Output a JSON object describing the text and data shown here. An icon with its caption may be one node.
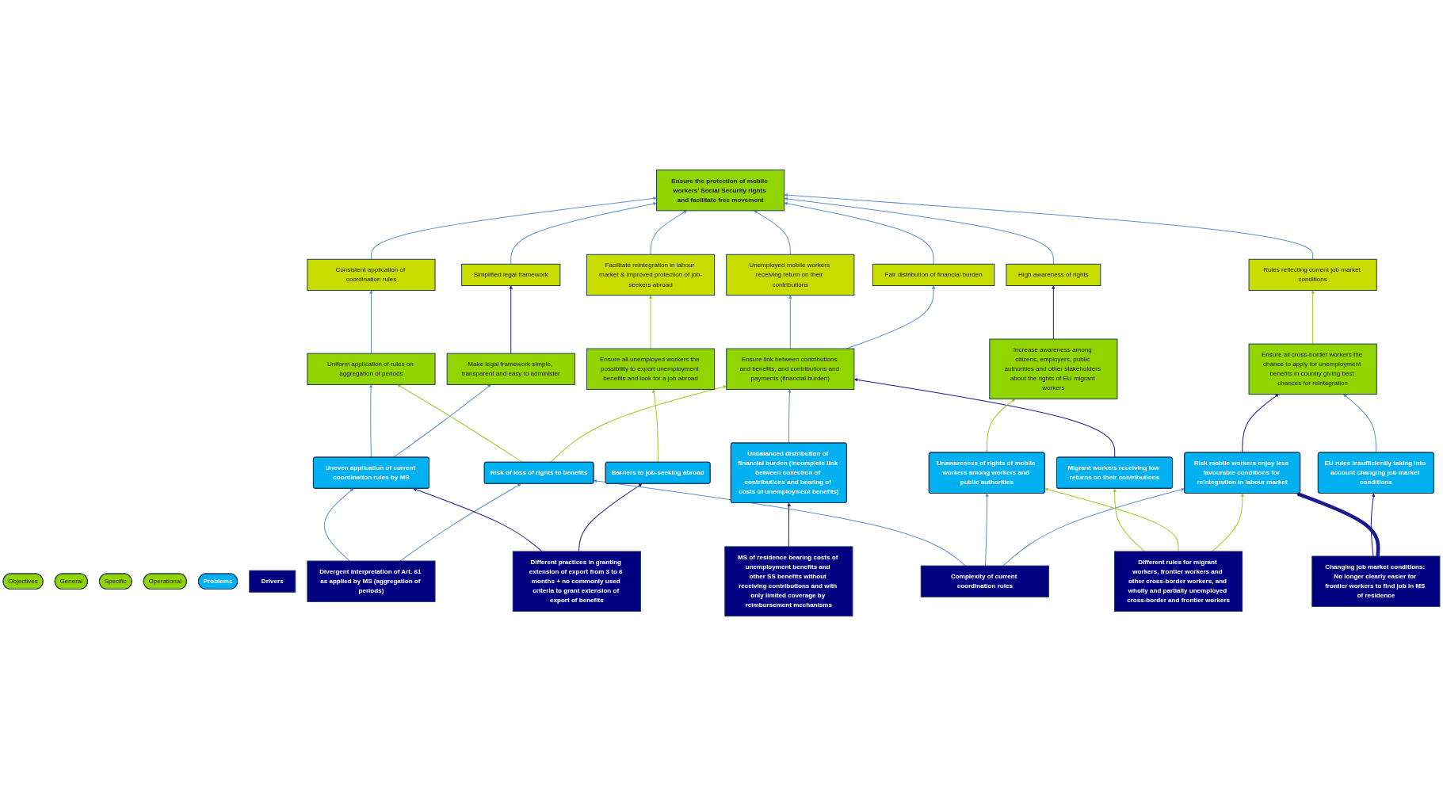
{
  "diagram": {
    "nodes": [
      {
        "text": [
          "Objectives"
        ]
      },
      {
        "text": [
          "General"
        ]
      },
      {
        "text": [
          "Specific"
        ]
      },
      {
        "text": [
          "Operational"
        ]
      },
      {
        "text": [
          "Problems"
        ]
      },
      {
        "text": [
          "Drivers"
        ]
      },
      {
        "text": [
          "Ensure the protection of mobile workers’ Social Security rights and facilitate free movement"
        ]
      },
      {
        "text": [
          "Consistent application of coordination rules"
        ]
      },
      {
        "text": [
          "Simplified legal framework"
        ]
      },
      {
        "text": [
          "Facilitate reintegration in labour market & improved protection of job-seekers abroad"
        ]
      },
      {
        "text": [
          "Unemployed mobile workers receiving return on their contributions"
        ]
      },
      {
        "text": [
          "Fair distribution of financial burden"
        ]
      },
      {
        "text": [
          "High awareness of rights"
        ]
      },
      {
        "text": [
          "Rules reflecting current job market conditions"
        ]
      },
      {
        "text": [
          "Uniform application of rules on aggregation of periods"
        ]
      },
      {
        "text": [
          "Make legal framework simple, transparent and easy to administer"
        ]
      },
      {
        "text": [
          "Ensure link between contributions and benefits, and contributions and payments (financial burden)"
        ]
      },
      {
        "text": [
          "Ensure all unemployed workers the possibility to export unemployment benefits and look for a job abroad"
        ]
      },
      {
        "text": [
          "Increase awareness among citizens, employers, public authorities and other stakeholders about the rights of EU migrant workers"
        ]
      },
      {
        "text": [
          "Ensure all cross-border workers the chance to apply for unemployment benefits in country giving best chances for reintegration"
        ]
      },
      {
        "text": [
          "Uneven application of current coordination rules by MS"
        ]
      },
      {
        "text": [
          "Risk of loss of rights to benefits"
        ]
      },
      {
        "text": [
          "Migrant workers receiving low returns on their contributions"
        ]
      },
      {
        "text": [
          "Barriers to job-seeking abroad"
        ]
      },
      {
        "text": [
          "Unbalanced distribution of financial burden (incomplete link between collection of contributions and bearing of costs of unemployment benefits)"
        ]
      },
      {
        "text": [
          "EU rules insufficiently taking into account changing job market conditions"
        ]
      },
      {
        "text": [
          "Unawareness of rights of mobile workers among workers and public authorities"
        ]
      },
      {
        "text": [
          "Risk mobile workers enjoy less favourable conditions for reintegration in labour market"
        ]
      },
      {
        "text": [
          "Divergent interpretation of Art. 61 as applied by MS (aggregation of periods)"
        ]
      },
      {
        "text": [
          "Different practices in granting extension of export from 3 to 6 months + no commonly used criteria to grant extension of export of benefits"
        ]
      },
      {
        "text": [
          "Complexity of current coordination rules"
        ]
      },
      {
        "text": [
          "MS of residence bearing costs of unemployment benefits and other SS benefits without receiving contributions and with only limited coverage by reimbursement mechanisms"
        ]
      },
      {
        "text": [
          "Different rules for migrant workers, frontier workers and other cross-border workers, and wholly and partially unemployed cross-border and frontier workers"
        ]
      },
      {
        "text": [
          "Changing job market conditions: No longer clearly easier for frontier workers to find job in MS of residence"
        ]
      }
    ],
    "edges": [
      {
        "from": 7,
        "to": 6,
        "arrow": "to"
      },
      {
        "from": 8,
        "to": 6,
        "arrow": "to"
      },
      {
        "from": 9,
        "to": 6,
        "arrow": "to"
      },
      {
        "from": 10,
        "to": 6,
        "arrow": "to"
      },
      {
        "from": 11,
        "to": 6,
        "arrow": "to"
      },
      {
        "from": 12,
        "to": 6,
        "arrow": "to"
      },
      {
        "from": 13,
        "to": 6,
        "arrow": "to"
      },
      {
        "from": 14,
        "to": 7,
        "arrow": "to"
      },
      {
        "from": 15,
        "to": 8,
        "arrow": "to",
        "color": "#1a1a8c"
      },
      {
        "from": 16,
        "to": 10,
        "arrow": "to"
      },
      {
        "from": 16,
        "to": 11,
        "arrow": "to"
      },
      {
        "from": 17,
        "to": 9,
        "arrow": "to",
        "color": "#9acd1e"
      },
      {
        "from": 18,
        "to": 12,
        "arrow": "to",
        "color": "#1a1a8c"
      },
      {
        "from": 19,
        "to": 13,
        "arrow": "to",
        "color": "#9acd1e"
      },
      {
        "from": 20,
        "to": 14,
        "arrow": "to"
      },
      {
        "from": 20,
        "to": 15,
        "arrow": "to"
      },
      {
        "from": 21,
        "to": 14,
        "arrow": "to",
        "color": "#9acd1e"
      },
      {
        "from": 21,
        "to": 16,
        "arrow": "to",
        "color": "#9acd1e"
      },
      {
        "from": 22,
        "to": 16,
        "arrow": "to",
        "color": "#1a1a8c"
      },
      {
        "from": 23,
        "to": 17,
        "arrow": "to",
        "color": "#9acd1e"
      },
      {
        "from": 24,
        "to": 16,
        "arrow": "to"
      },
      {
        "from": 25,
        "to": 19,
        "arrow": "to"
      },
      {
        "from": 26,
        "to": 18,
        "arrow": "to",
        "color": "#9acd1e"
      },
      {
        "from": 27,
        "to": 19,
        "arrow": "to",
        "color": "#1a1a8c"
      },
      {
        "from": 28,
        "to": 20,
        "arrow": "to"
      },
      {
        "from": 28,
        "to": 21,
        "arrow": "to"
      },
      {
        "from": 29,
        "to": 20,
        "arrow": "to",
        "color": "#1a1a8c"
      },
      {
        "from": 29,
        "to": 23,
        "arrow": "to",
        "color": "#1a1a8c"
      },
      {
        "from": 30,
        "to": 21,
        "arrow": "to"
      },
      {
        "from": 30,
        "to": 26,
        "arrow": "to"
      },
      {
        "from": 30,
        "to": 27,
        "arrow": "to"
      },
      {
        "from": 31,
        "to": 24,
        "arrow": "to",
        "color": "#1a1a8c"
      },
      {
        "from": 32,
        "to": 22,
        "arrow": "to",
        "color": "#9acd1e"
      },
      {
        "from": 32,
        "to": 26,
        "arrow": "to",
        "color": "#9acd1e"
      },
      {
        "from": 32,
        "to": 27,
        "arrow": "to",
        "color": "#9acd1e"
      },
      {
        "from": 33,
        "to": 25,
        "arrow": "to",
        "color": "#1a1a8c"
      },
      {
        "from": 33,
        "to": 27,
        "arrow": "to",
        "color": "#1a1a8c",
        "style": "thick"
      }
    ]
  }
}
